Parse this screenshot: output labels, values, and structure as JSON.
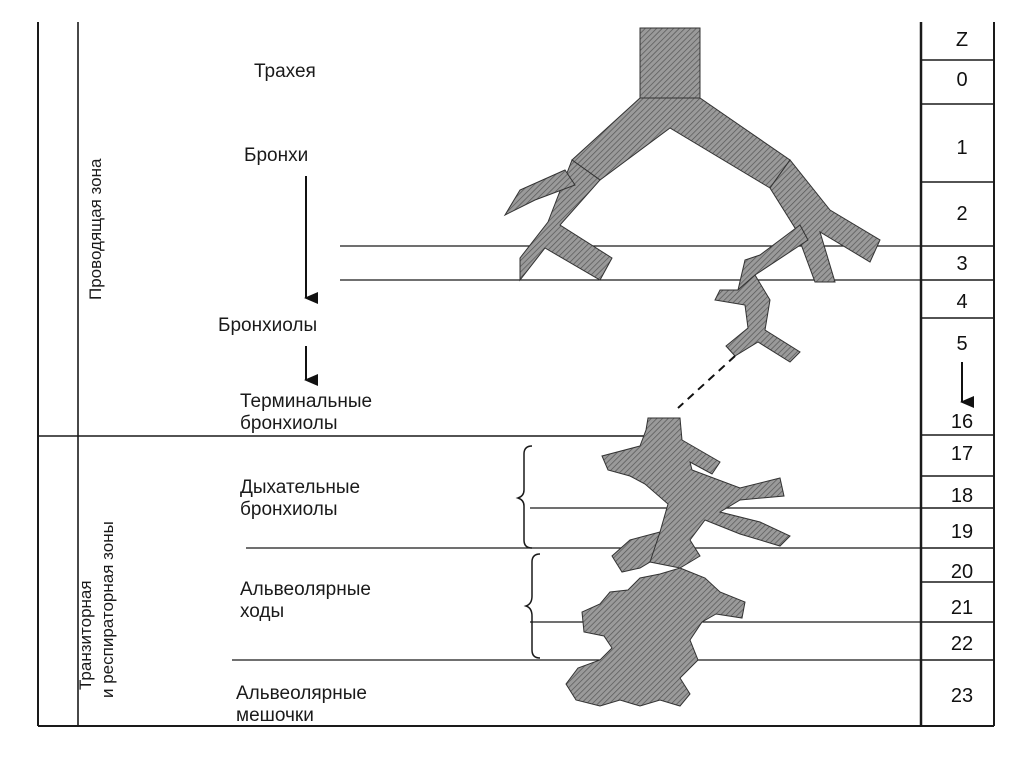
{
  "zones": {
    "conducting": "Проводящая зона",
    "transitional_line1": "Транзиторная",
    "transitional_line2": "и респираторная зоны"
  },
  "labels": {
    "trachea": "Трахея",
    "bronchi": "Бронхи",
    "bronchioles": "Бронхиолы",
    "terminal_line1": "Терминальные",
    "terminal_line2": "бронхиолы",
    "respiratory_line1": "Дыхательные",
    "respiratory_line2": "бронхиолы",
    "alveolar_ducts_line1": "Альвеолярные",
    "alveolar_ducts_line2": "ходы",
    "alveolar_sacs_line1": "Альвеолярные",
    "alveolar_sacs_line2": "мешочки"
  },
  "generations": [
    "Z",
    "0",
    "1",
    "2",
    "3",
    "4",
    "5",
    "16",
    "17",
    "18",
    "19",
    "20",
    "21",
    "22",
    "23"
  ],
  "colors": {
    "line": "#1a1a1a",
    "airway_fill": "#8a8a8a",
    "background": "#ffffff"
  }
}
